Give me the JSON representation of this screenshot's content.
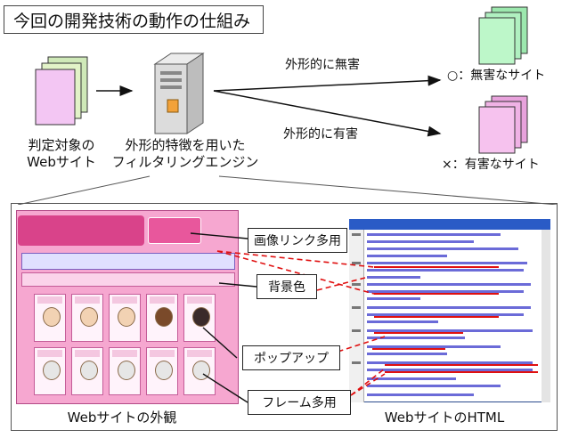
{
  "title": "今回の開発技術の動作の仕組み",
  "input_label": [
    "判定対象の",
    "Webサイト"
  ],
  "engine_label": [
    "外形的特徴を用いた",
    "フィルタリングエンジン"
  ],
  "arrow_top_label": "外形的に無害",
  "arrow_bottom_label": "外形的に有害",
  "result_harmless": "○：無害なサイト",
  "result_harmful": "×：有害なサイト",
  "callouts": {
    "image_links": "画像リンク多用",
    "background": "背景色",
    "popup": "ポップアップ",
    "frames": "フレーム多用"
  },
  "caption_appearance": "Webサイトの外観",
  "caption_html": "WebサイトのHTML",
  "colors": {
    "input_doc": "#f3c6f3",
    "harmless_doc": "#bdf7c9",
    "harmful_doc": "#f6c2ee",
    "annotation_red": "#e01010",
    "site_pink": "#f6a7d0"
  },
  "icons": [
    "server-icon",
    "document-stack-icon",
    "arrow-right-icon"
  ]
}
